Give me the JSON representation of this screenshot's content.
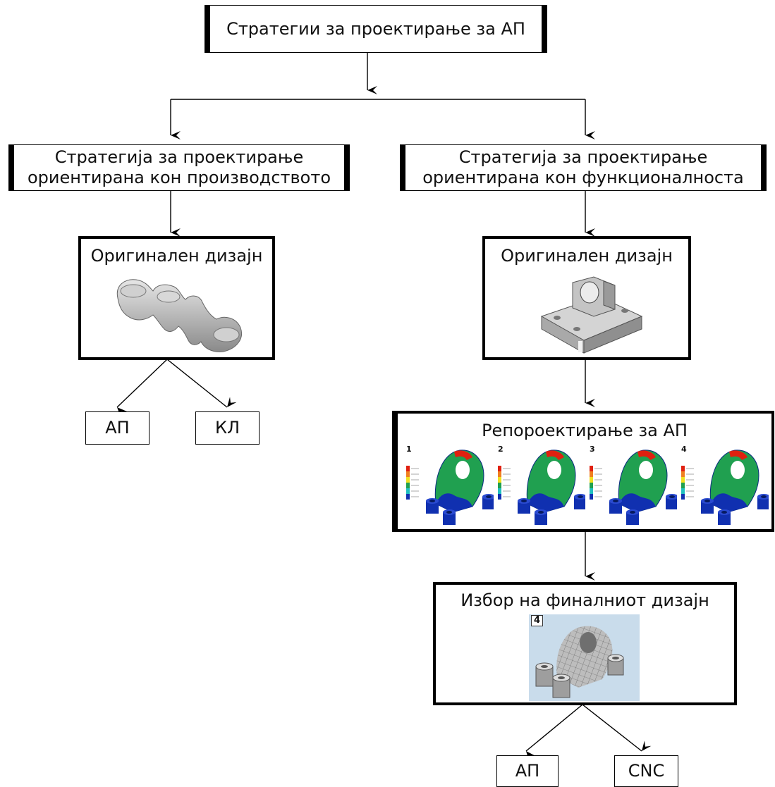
{
  "diagram": {
    "root": {
      "label": "Стратегии за проектирање за АП"
    },
    "strategy_left": {
      "line1": "Стратегија за проектирање",
      "line2": "ориентирана кон производството"
    },
    "strategy_right": {
      "line1": "Стратегија за проектирање",
      "line2": "ориентирана кон функционалноста"
    },
    "design_left": {
      "title": "Оригинален дизајн",
      "image_icon": "dental-bridge-image"
    },
    "design_right": {
      "title": "Оригинален дизајн",
      "image_icon": "bracket-part-image"
    },
    "redesign": {
      "title": "Репороектирање за АП",
      "variants": [
        {
          "number": "1"
        },
        {
          "number": "2"
        },
        {
          "number": "3"
        },
        {
          "number": "4"
        }
      ]
    },
    "final": {
      "title": "Избор на финалниот дизајн",
      "image_number": "4"
    },
    "leaves_left": [
      {
        "label": "АП"
      },
      {
        "label": "КЛ"
      }
    ],
    "leaves_right": [
      {
        "label": "АП"
      },
      {
        "label": "CNC"
      }
    ]
  },
  "colors": {
    "line": "#000000",
    "part_gray": "#b8b8b8",
    "fea_blue": "#1030b0",
    "fea_green": "#20a050",
    "fea_red": "#e02010",
    "final_bg": "#c9dceb"
  }
}
